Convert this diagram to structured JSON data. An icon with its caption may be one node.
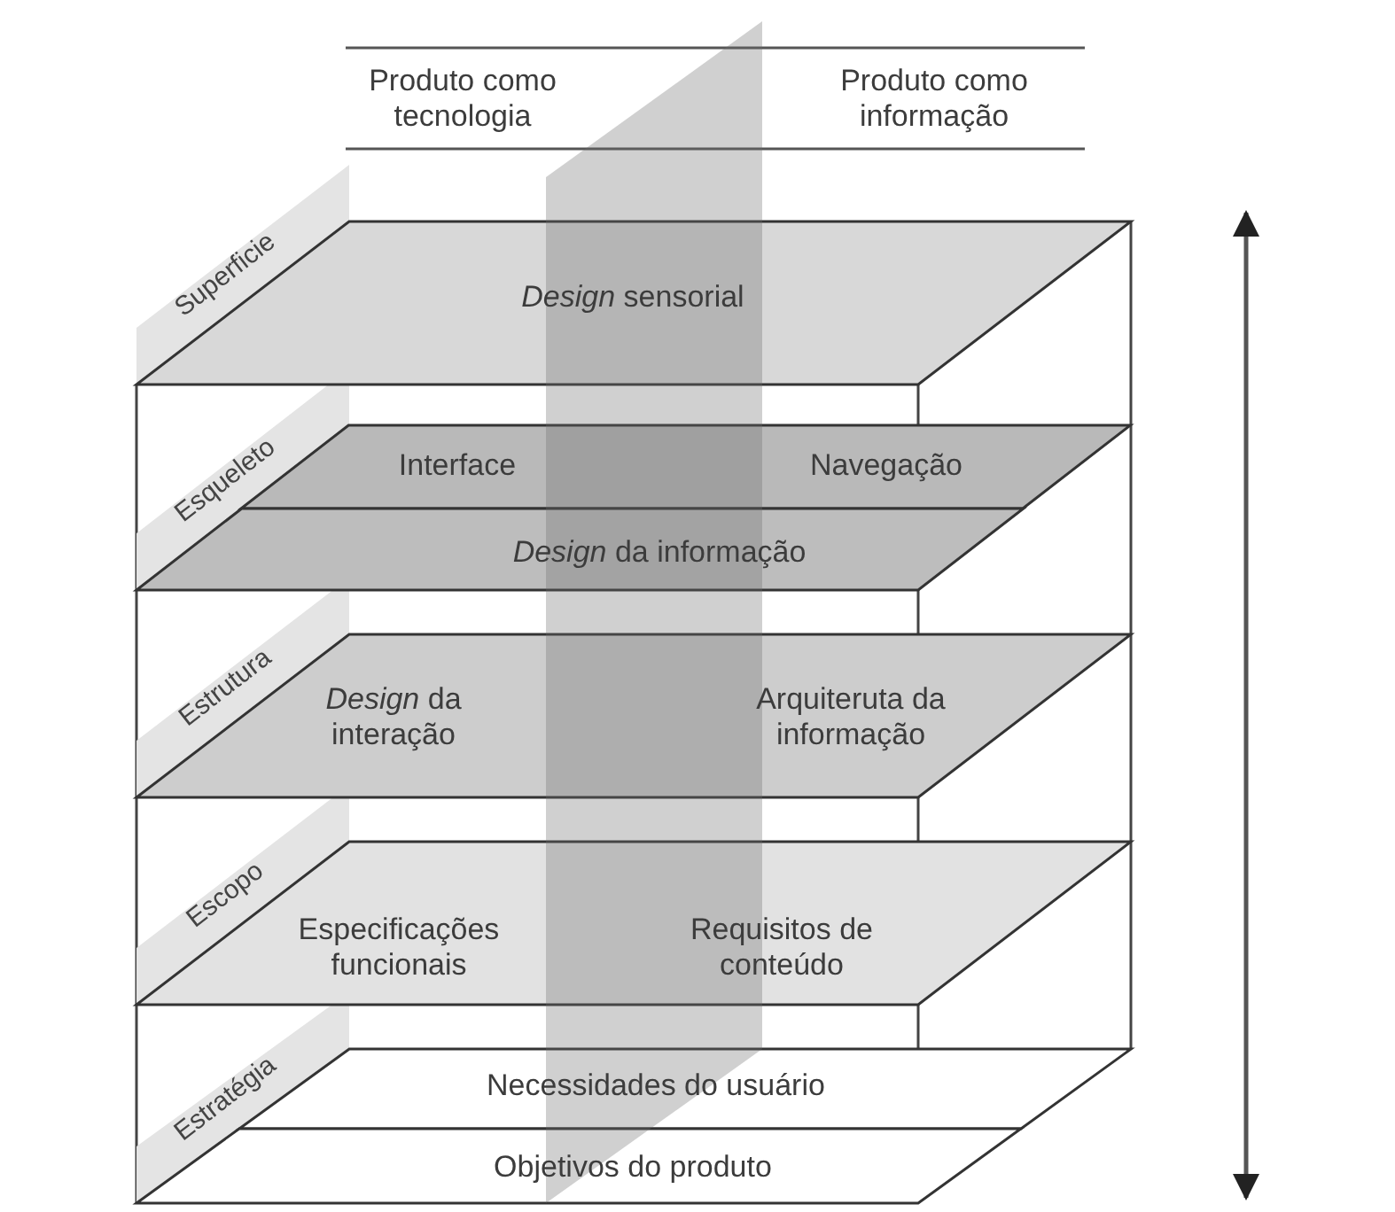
{
  "diagram": {
    "nodes": [
      {
        "text": [
          "*Design* sensorial"
        ],
        "beside": [
          "Superficie"
        ]
      },
      {
        "text": [
          "Interface",
          "Navegação"
        ],
        "beside": [
          "Esqueleto"
        ]
      },
      {
        "text": [
          "*Design* da informação"
        ]
      },
      {
        "text": [
          "*Design* da interação",
          "Arquiteruta da informação"
        ],
        "beside": [
          "Estrutura"
        ]
      },
      {
        "text": [
          "Especificações funcionais",
          "Requisitos de conteúdo"
        ],
        "beside": [
          "Escopo"
        ]
      },
      {
        "text": [
          "Necessidades do usuário"
        ],
        "beside": [
          "Estratégia"
        ]
      },
      {
        "text": [
          "Objetivos do produto"
        ]
      }
    ],
    "labels": [
      "Produto como tecnologia",
      "Produto como informação"
    ]
  }
}
